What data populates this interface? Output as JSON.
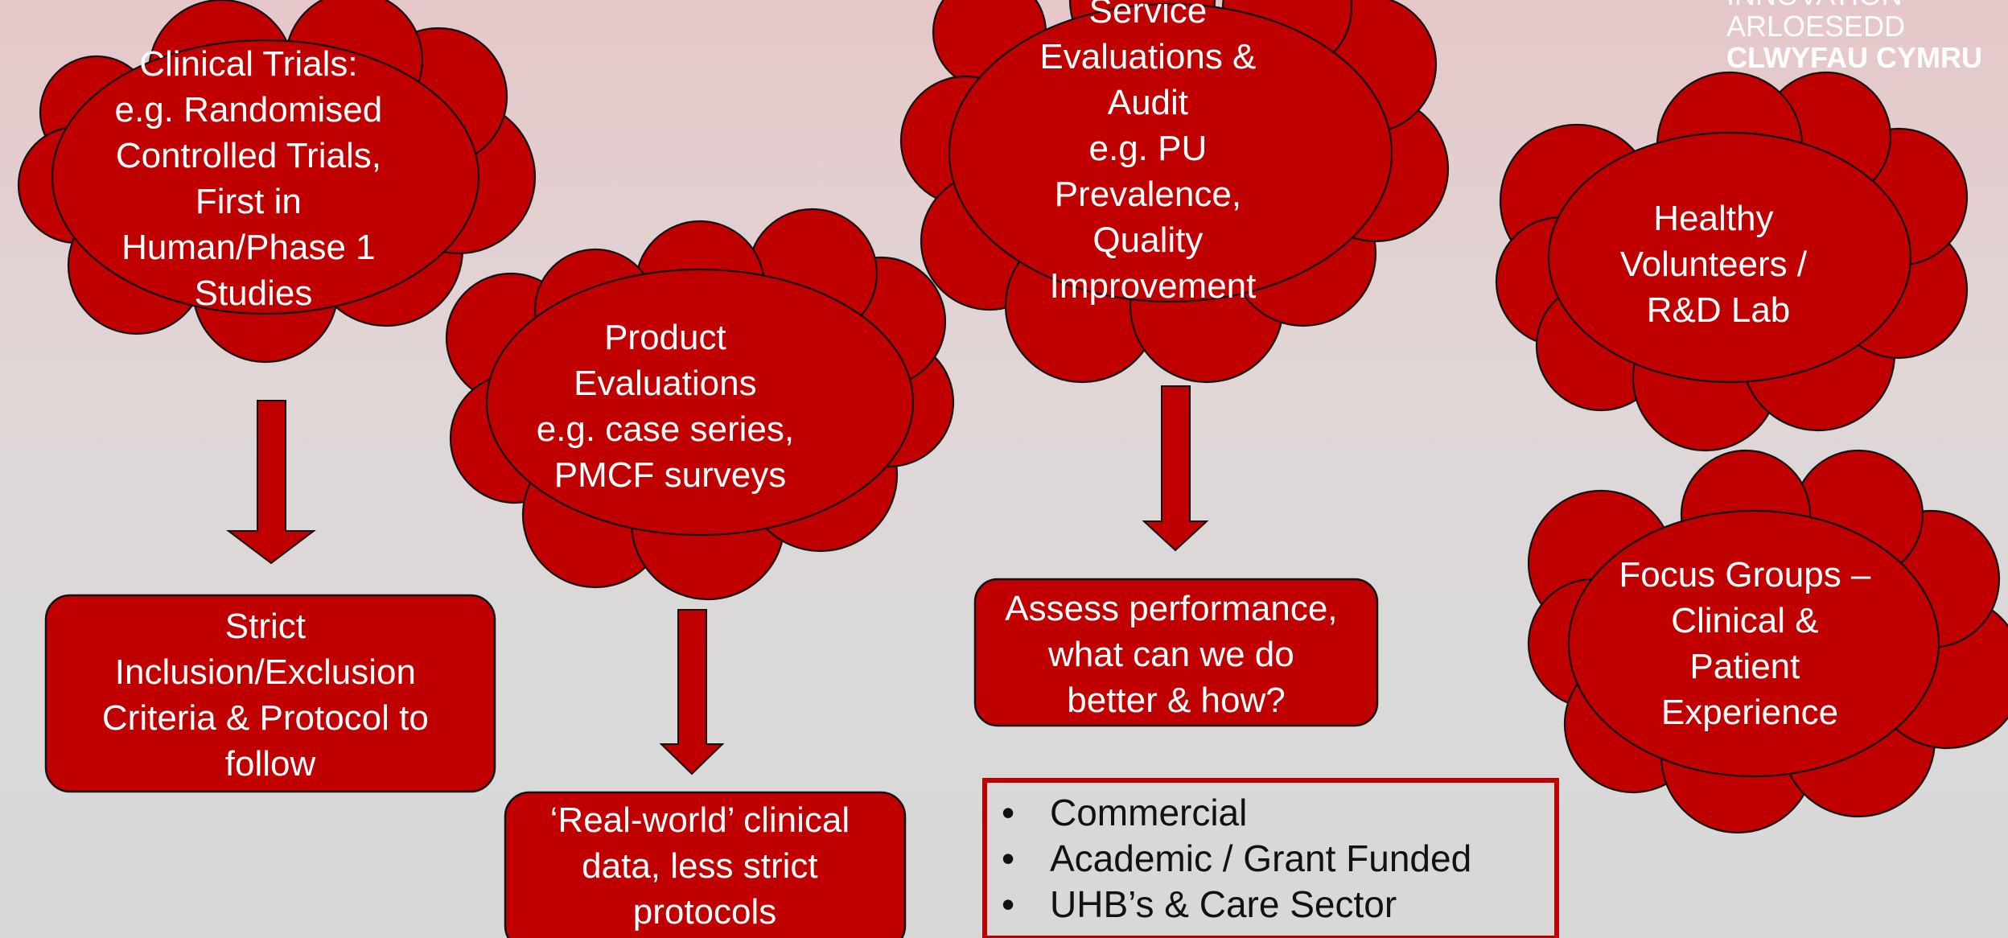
{
  "logo": {
    "lines": [
      "INNOVATION",
      "ARLOESEDD",
      "CLWYFAU CYMRU"
    ]
  },
  "clouds": {
    "clinical_trials": [
      "Clinical Trials:",
      "e.g. Randomised",
      "Controlled Trials,",
      "First in",
      "Human/Phase 1",
      "Studies"
    ],
    "product_evaluations": [
      "Product",
      "Evaluations",
      "e.g. case series,",
      "PMCF surveys"
    ],
    "service_evaluations": [
      "Service",
      "Evaluations &",
      "Audit",
      "e.g. PU",
      "Prevalence,",
      "Quality",
      "Improvement"
    ],
    "healthy_volunteers": [
      "Healthy",
      "Volunteers /",
      "R&D Lab"
    ],
    "focus_groups": [
      "Focus Groups –",
      "Clinical &",
      "Patient",
      "Experience"
    ]
  },
  "boxes": {
    "strict_criteria": [
      "Strict",
      "Inclusion/Exclusion",
      "Criteria & Protocol to",
      "follow"
    ],
    "real_world": [
      "‘Real-world’ clinical",
      "data, less strict",
      "protocols"
    ],
    "assess_performance": [
      "Assess performance,",
      "what can we do",
      "better & how?"
    ]
  },
  "funding_list": {
    "bullet": "•",
    "items": [
      "Commercial",
      "Academic / Grant Funded",
      "UHB’s & Care Sector"
    ]
  },
  "colors": {
    "shape_fill": "#c00000",
    "outline": "#111111",
    "text_on_shape": "#ffffff",
    "list_border": "#c00000"
  }
}
